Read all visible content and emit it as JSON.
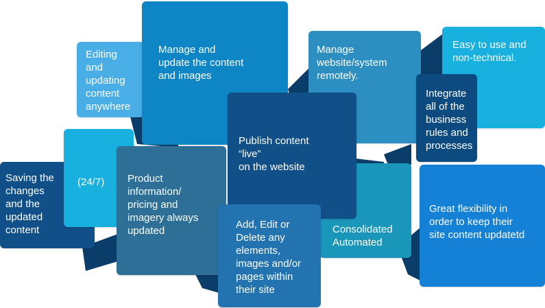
{
  "colors": {
    "sky": "#2e8fd0",
    "light_blue": "#4aaee6",
    "cyan": "#17b0df",
    "mid_blue": "#0e86c6",
    "steel_blue": "#2d8fc1",
    "navy": "#114f88",
    "dark_navy": "#0d4a80",
    "teal": "#1b96bb",
    "slate": "#2d6f96",
    "bright_blue": "#1480d6",
    "connector": "#0b3d6a"
  },
  "boxes": {
    "saving": "Saving the\nchanges\nand the\nupdated\ncontent",
    "twentyfour": "(24/7)",
    "editing": "Editing\nand\nupdating\ncontent\nanywhere",
    "manage_content": "Manage and\nupdate the content\nand images",
    "product": "Product\ninformation/\npricing and\nimagery always\nupdated",
    "publish": "Publish content\n“live”\non the website",
    "add_edit": "Add, Edit or\nDelete any\nelements,\nimages and/or\npages within\ntheir site",
    "manage_remote": "Manage\nwebsite/system\nremotely.",
    "consolidated": "Consolidated\nAutomated",
    "easy": "Easy to use and\nnon-technical.",
    "integrate": "Integrate\nall of the\nbusiness\nrules and\nprocesses",
    "flexibility": "Great flexibility in\norder to keep their\nsite content updatetd"
  }
}
